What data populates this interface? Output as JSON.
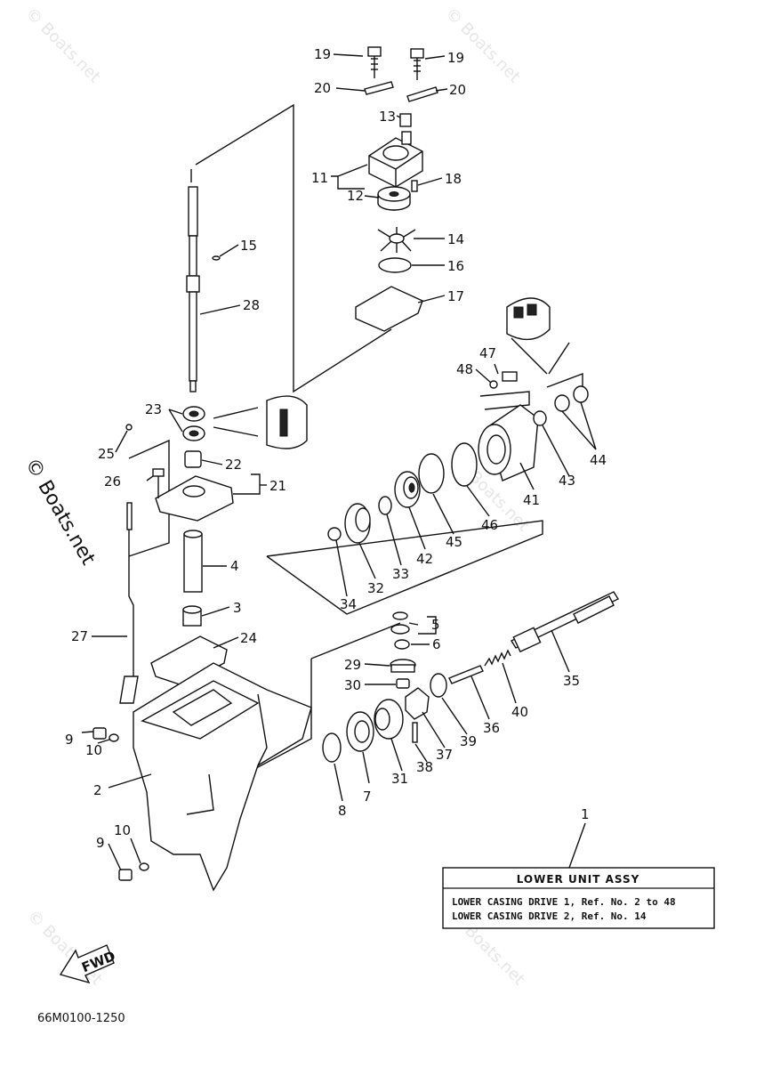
{
  "watermark": "© Boats.net",
  "drawing_code": "66M0100-1250",
  "fwd_label": "FWD",
  "assembly_box": {
    "title": "LOWER UNIT ASSY",
    "line1": "LOWER CASING DRIVE 1,  Ref. No. 2 to 48",
    "line2": "LOWER CASING DRIVE 2,  Ref. No. 14"
  },
  "callouts": {
    "c1": "1",
    "c2": "2",
    "c3": "3",
    "c4": "4",
    "c5": "5",
    "c6": "6",
    "c7": "7",
    "c8": "8",
    "c9a": "9",
    "c9b": "9",
    "c10a": "10",
    "c10b": "10",
    "c11": "11",
    "c12": "12",
    "c13": "13",
    "c14": "14",
    "c15": "15",
    "c16": "16",
    "c17": "17",
    "c18": "18",
    "c19a": "19",
    "c19b": "19",
    "c20a": "20",
    "c20b": "20",
    "c21": "21",
    "c22": "22",
    "c23": "23",
    "c24": "24",
    "c25": "25",
    "c26": "26",
    "c27": "27",
    "c28": "28",
    "c29": "29",
    "c30": "30",
    "c31": "31",
    "c32": "32",
    "c33": "33",
    "c34": "34",
    "c35": "35",
    "c36": "36",
    "c37": "37",
    "c38": "38",
    "c39": "39",
    "c40": "40",
    "c41": "41",
    "c42": "42",
    "c43": "43",
    "c44": "44",
    "c45": "45",
    "c46": "46",
    "c47": "47",
    "c48": "48"
  }
}
